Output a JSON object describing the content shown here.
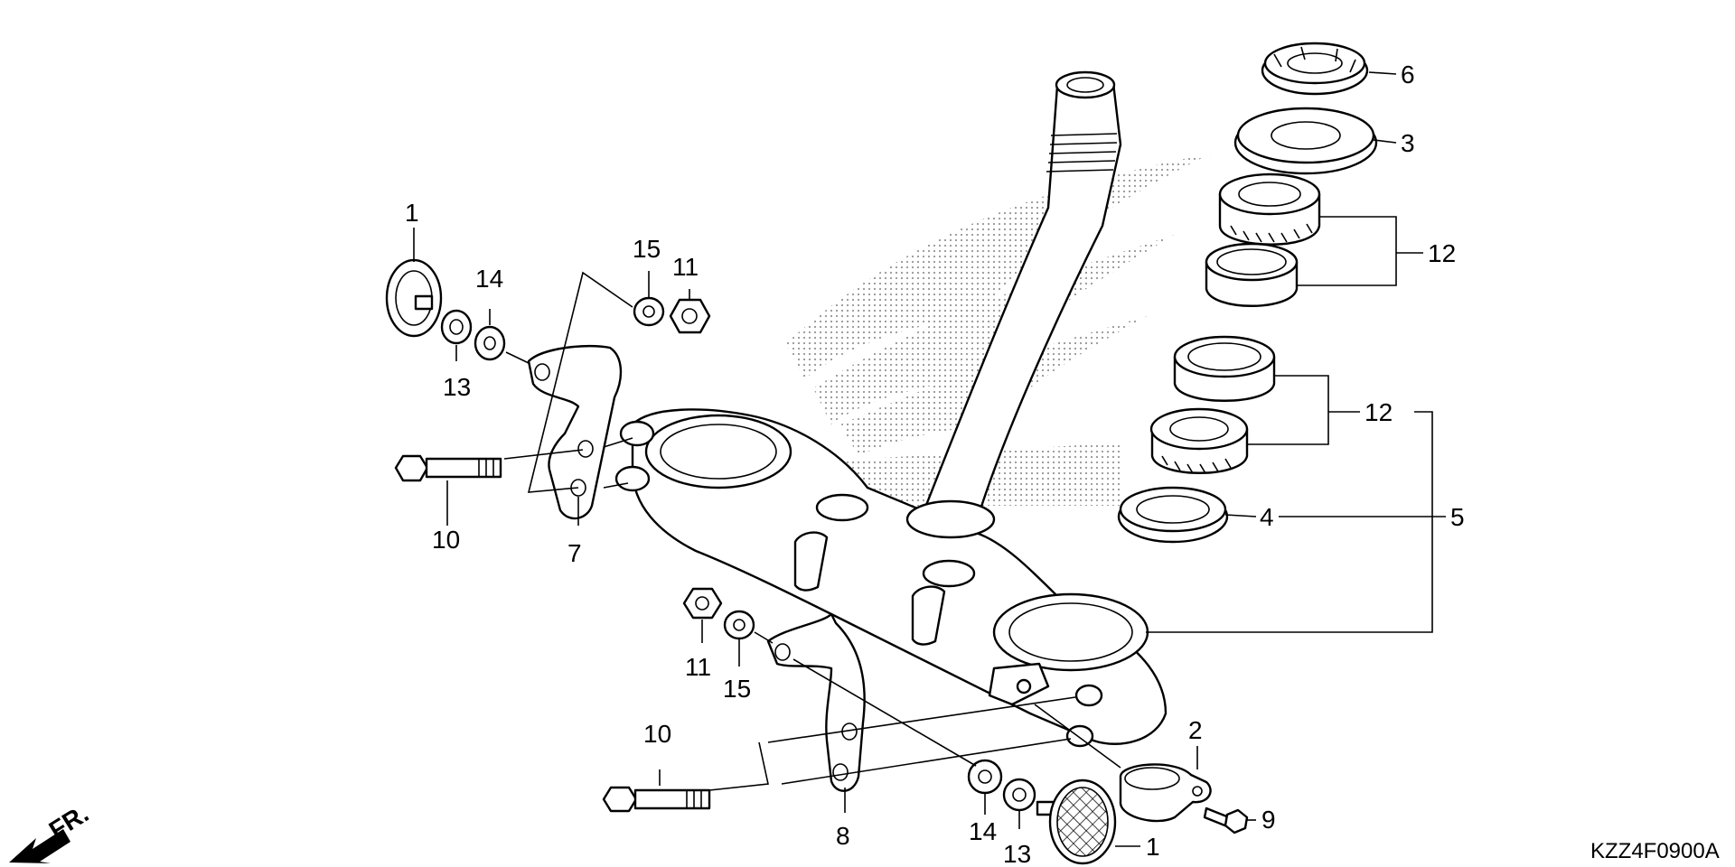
{
  "drawing_code": "KZZ4F0900A",
  "front_marker": "FR.",
  "callouts": {
    "c1_top": "1",
    "c1_bottom": "1",
    "c2": "2",
    "c3": "3",
    "c4": "4",
    "c5": "5",
    "c6": "6",
    "c7": "7",
    "c8": "8",
    "c9": "9",
    "c10_top": "10",
    "c10_bottom": "10",
    "c11_top": "11",
    "c11_bottom": "11",
    "c12_top": "12",
    "c12_mid": "12",
    "c13_top": "13",
    "c13_bottom": "13",
    "c14_top": "14",
    "c14_bottom": "14",
    "c15_top": "15",
    "c15_bottom": "15"
  }
}
